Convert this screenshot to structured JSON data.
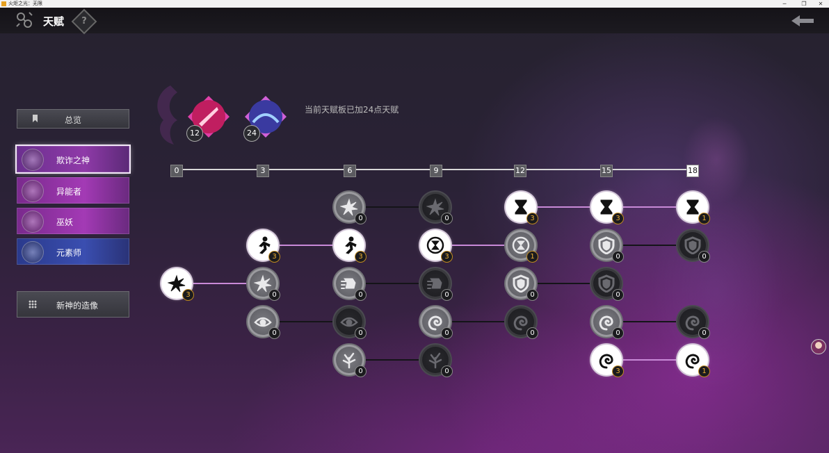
{
  "window": {
    "title": "火炬之光：无限",
    "controls": [
      "─",
      "❐",
      "✕"
    ]
  },
  "header": {
    "title": "天赋",
    "help_label": "?"
  },
  "sidebar": {
    "overview_label": "总览",
    "classes": [
      {
        "label": "欺诈之神",
        "selected": true
      },
      {
        "label": "异能者",
        "selected": false
      },
      {
        "label": "巫妖",
        "selected": false
      },
      {
        "label": "元素师",
        "selected": false
      }
    ],
    "statue_label": "新神的造像"
  },
  "medallions": [
    {
      "count": "12"
    },
    {
      "count": "24"
    }
  ],
  "points_text": "当前天赋板已加24点天赋",
  "levels": [
    "0",
    "3",
    "6",
    "9",
    "12",
    "15",
    "18"
  ],
  "talents": [
    {
      "icon": "burst-icon",
      "state": "dim",
      "count": "0"
    },
    {
      "icon": "burst-icon",
      "state": "dark",
      "count": "0"
    },
    {
      "icon": "hourglass-icon",
      "state": "lit",
      "count": "3"
    },
    {
      "icon": "hourglass-icon",
      "state": "lit",
      "count": "3"
    },
    {
      "icon": "hourglass-icon",
      "state": "lit",
      "count": "1"
    },
    {
      "icon": "running-figure-icon",
      "state": "lit",
      "count": "3"
    },
    {
      "icon": "running-figure-icon",
      "state": "lit",
      "count": "3"
    },
    {
      "icon": "hourglass-circle-icon",
      "state": "lit",
      "count": "3"
    },
    {
      "icon": "hourglass-circle-icon",
      "state": "dim",
      "count": "1"
    },
    {
      "icon": "shield-icon",
      "state": "dim",
      "count": "0"
    },
    {
      "icon": "shield-icon",
      "state": "dark",
      "count": "0"
    },
    {
      "icon": "burst-icon",
      "state": "lit",
      "count": "3"
    },
    {
      "icon": "burst-icon",
      "state": "dim",
      "count": "0"
    },
    {
      "icon": "dash-icon",
      "state": "dim",
      "count": "0"
    },
    {
      "icon": "dash-icon",
      "state": "dark",
      "count": "0"
    },
    {
      "icon": "shield-icon",
      "state": "dim",
      "count": "0"
    },
    {
      "icon": "shield-icon",
      "state": "dark",
      "count": "0"
    },
    {
      "icon": "eye-icon",
      "state": "dim",
      "count": "0"
    },
    {
      "icon": "eye-icon",
      "state": "dark",
      "count": "0"
    },
    {
      "icon": "swirl-icon",
      "state": "dim",
      "count": "0"
    },
    {
      "icon": "swirl-icon",
      "state": "dark",
      "count": "0"
    },
    {
      "icon": "swirl-icon",
      "state": "dim",
      "count": "0"
    },
    {
      "icon": "swirl-icon",
      "state": "dark",
      "count": "0"
    },
    {
      "icon": "thorn-icon",
      "state": "dim",
      "count": "0"
    },
    {
      "icon": "thorn-icon",
      "state": "dark",
      "count": "0"
    },
    {
      "icon": "swirl-icon",
      "state": "lit",
      "count": "3"
    },
    {
      "icon": "swirl-icon",
      "state": "lit",
      "count": "1"
    }
  ],
  "colors": {
    "accent": "#b040c8",
    "link_lit": "#c98ad8",
    "link_dim": "#141418",
    "badge_gold": "#f0b030"
  }
}
